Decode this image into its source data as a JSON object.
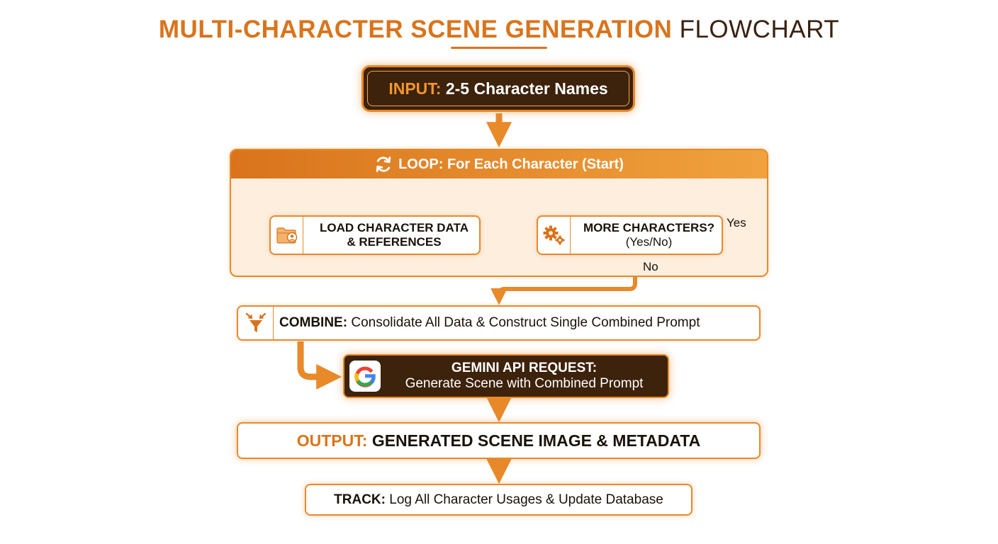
{
  "title": {
    "part1": "MULTI-CHARACTER SCENE GENERATION",
    "part2": "FLOWCHART"
  },
  "input": {
    "prefix": "INPUT:",
    "text": "2-5 Character Names"
  },
  "loop": {
    "header": "LOOP: For Each Character (Start)"
  },
  "load": {
    "line1": "LOAD CHARACTER DATA",
    "line2": "& REFERENCES"
  },
  "decision": {
    "line1": "MORE CHARACTERS?",
    "line2": "(Yes/No)",
    "yes": "Yes",
    "no": "No"
  },
  "combine": {
    "prefix": "COMBINE:",
    "text": "Consolidate All Data & Construct Single Combined Prompt"
  },
  "gemini": {
    "line1": "GEMINI API REQUEST:",
    "line2": "Generate Scene with Combined Prompt"
  },
  "output": {
    "prefix": "OUTPUT:",
    "text": "GENERATED SCENE IMAGE & METADATA"
  },
  "track": {
    "prefix": "TRACK:",
    "text": "Log All Character Usages & Update Database"
  },
  "colors": {
    "accent": "#e8892a",
    "dark": "#3d220c",
    "light_panel": "#fdeede"
  },
  "icons": [
    "refresh-icon",
    "folder-user-icon",
    "gears-icon",
    "funnel-icon",
    "google-g-icon"
  ]
}
